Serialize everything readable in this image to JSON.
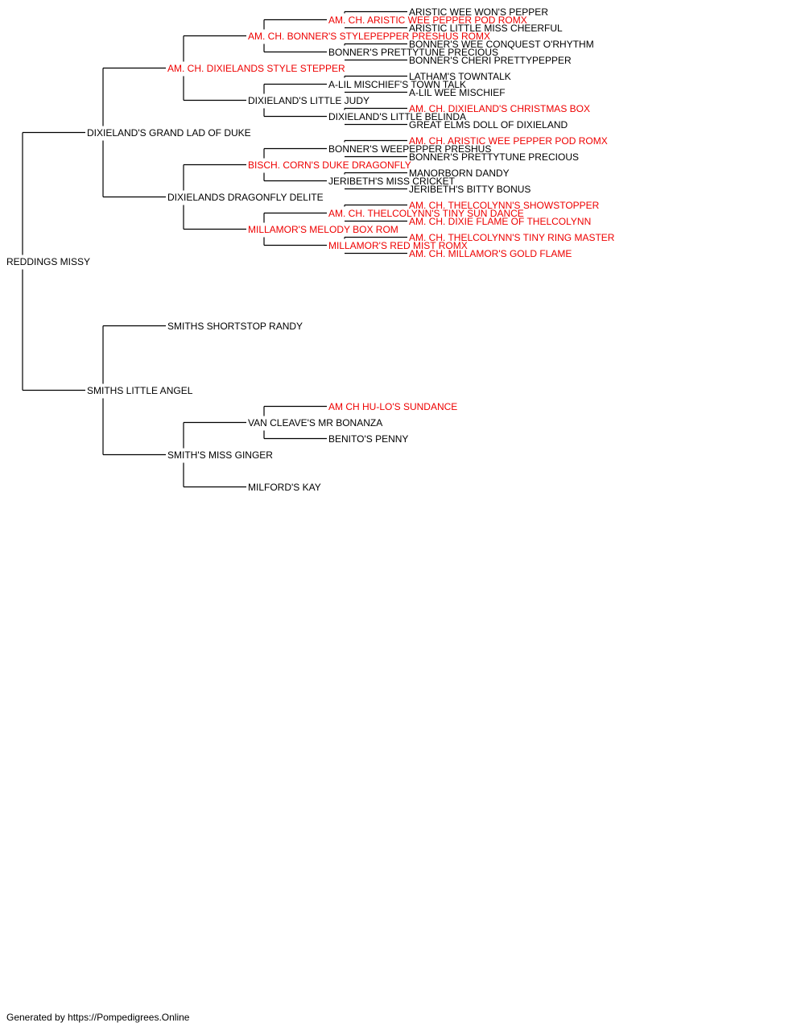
{
  "colors": {
    "champion": "#ee0000",
    "regular": "#000000",
    "line": "#000000"
  },
  "pedigree": {
    "name": "REDDINGS MISSY",
    "champion": false,
    "sire": {
      "name": "DIXIELAND'S GRAND LAD OF DUKE",
      "champion": false,
      "sire": {
        "name": "AM. CH. DIXIELANDS STYLE STEPPER",
        "champion": true,
        "sire": {
          "name": "AM. CH. BONNER'S STYLEPEPPER PRESHUS ROMX",
          "champion": true,
          "sire": {
            "name": "AM. CH. ARISTIC WEE PEPPER POD ROMX",
            "champion": true,
            "sire": {
              "name": "ARISTIC WEE WON'S PEPPER",
              "champion": false
            },
            "dam": {
              "name": "ARISTIC LITTLE MISS CHEERFUL",
              "champion": false
            }
          },
          "dam": {
            "name": "BONNER'S PRETTYTUNE PRECIOUS",
            "champion": false,
            "sire": {
              "name": "BONNER'S WEE CONQUEST O'RHYTHM",
              "champion": false
            },
            "dam": {
              "name": "BONNER'S CHERI PRETTYPEPPER",
              "champion": false
            }
          }
        },
        "dam": {
          "name": "DIXIELAND'S LITTLE JUDY",
          "champion": false,
          "sire": {
            "name": "A-LIL MISCHIEF'S TOWN TALK",
            "champion": false,
            "sire": {
              "name": "LATHAM'S TOWNTALK",
              "champion": false
            },
            "dam": {
              "name": "A-LIL WEE MISCHIEF",
              "champion": false
            }
          },
          "dam": {
            "name": "DIXIELAND'S LITTLE BELINDA",
            "champion": false,
            "sire": {
              "name": "AM. CH. DIXIELAND'S CHRISTMAS BOX",
              "champion": true
            },
            "dam": {
              "name": "GREAT ELMS DOLL OF DIXIELAND",
              "champion": false
            }
          }
        }
      },
      "dam": {
        "name": "DIXIELANDS DRAGONFLY DELITE",
        "champion": false,
        "sire": {
          "name": "BISCH. CORN'S DUKE DRAGONFLY",
          "champion": true,
          "sire": {
            "name": "BONNER'S WEEPEPPER PRESHUS",
            "champion": false,
            "sire": {
              "name": "AM. CH. ARISTIC WEE PEPPER POD ROMX",
              "champion": true
            },
            "dam": {
              "name": "BONNER'S PRETTYTUNE PRECIOUS",
              "champion": false
            }
          },
          "dam": {
            "name": "JERIBETH'S MISS CRICKET",
            "champion": false,
            "sire": {
              "name": "MANORBORN DANDY",
              "champion": false
            },
            "dam": {
              "name": "JERIBETH'S BITTY BONUS",
              "champion": false
            }
          }
        },
        "dam": {
          "name": "MILLAMOR'S MELODY BOX ROM",
          "champion": true,
          "sire": {
            "name": "AM. CH. THELCOLYNN'S TINY SUN DANCE",
            "champion": true,
            "sire": {
              "name": "AM. CH. THELCOLYNN'S SHOWSTOPPER",
              "champion": true
            },
            "dam": {
              "name": "AM. CH. DIXIE FLAME OF THELCOLYNN",
              "champion": true
            }
          },
          "dam": {
            "name": "MILLAMOR'S RED MIST ROMX",
            "champion": true,
            "sire": {
              "name": "AM. CH. THELCOLYNN'S TINY RING MASTER",
              "champion": true
            },
            "dam": {
              "name": "AM. CH. MILLAMOR'S GOLD FLAME",
              "champion": true
            }
          }
        }
      }
    },
    "dam": {
      "name": "SMITHS LITTLE ANGEL",
      "champion": false,
      "sire": {
        "name": "SMITHS SHORTSTOP RANDY",
        "champion": false
      },
      "dam": {
        "name": "SMITH'S MISS GINGER",
        "champion": false,
        "sire": {
          "name": "VAN CLEAVE'S MR BONANZA",
          "champion": false,
          "sire": {
            "name": "AM CH HU-LO'S SUNDANCE",
            "champion": true
          },
          "dam": {
            "name": "BENITO'S PENNY",
            "champion": false
          }
        },
        "dam": {
          "name": "MILFORD'S KAY",
          "champion": false
        }
      }
    }
  },
  "footer": "Generated by https://Pompedigrees.Online"
}
